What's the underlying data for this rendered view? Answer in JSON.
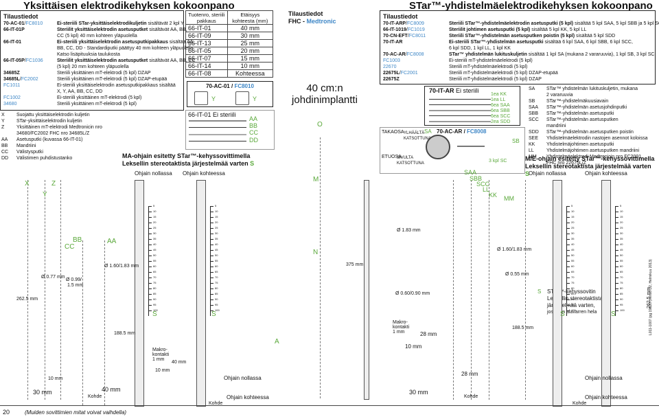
{
  "left_title": "Yksittäisen elektrodikehyksen kokoonpano",
  "right_title": "STar™-yhdistelmäelektrodikehyksen kokoonpano",
  "order_left": {
    "heading": "Tilaustiedot",
    "rows": [
      {
        "code": "70-AC-01",
        "alt": "FC8010",
        "bold": "Ei-steriili STar-yksittäiselektrodikuljetin",
        "text": "sisältävät 2 kpl Y"
      },
      {
        "code": "66-IT-01P",
        "alt": "",
        "bold": "Steriilit yksittäiselektrodin asetusputket",
        "text": "sisältävät AA, BB,"
      },
      {
        "code": "",
        "alt": "",
        "bold": "",
        "text": "CC (5 kpl) 40 mm kohteen yläpuolella"
      },
      {
        "code": "66-IT-01",
        "alt": "",
        "bold": "Ei-steriili yksittäiselektrodin asetusputkipakkaus",
        "text": "sisältää AA,"
      },
      {
        "code": "",
        "alt": "",
        "bold": "",
        "text": "BB, CC, DD - Standardiputki päättyy 40 mm kohteen yläpuolella"
      },
      {
        "code": "",
        "alt": "",
        "bold": "",
        "text": "Katso lisäpituuksia taulukosta"
      },
      {
        "code": "66-IT-05P",
        "alt": "FC1036",
        "bold": "Steriilit yksittäiselektrodin asetusputket",
        "text": "sisältävät AA, BB, CC"
      },
      {
        "code": "",
        "alt": "",
        "bold": "",
        "text": "(5 kpl) 20 mm kohteen yläpuolella"
      },
      {
        "code": "34685Z",
        "alt": "",
        "bold": "",
        "text": "Steriili yksittäinen mT-elektrodi (5 kpl) DZAP"
      },
      {
        "code": "34685L",
        "alt": "FC2002",
        "bold": "",
        "text": "Steriili yksittäinen mT-elektrodi (5 kpl) DZAP-etupää"
      },
      {
        "code": "",
        "alt": "FC1011",
        "bold": "",
        "text": "Ei-steriili yksittäiselektrodin asetusputkipakkaus sisältää"
      },
      {
        "code": "",
        "alt": "",
        "bold": "",
        "text": "X, Y, AA, BB, CC, DD"
      },
      {
        "code": "",
        "alt": "FC1002",
        "bold": "",
        "text": "Ei-steriili yksittäinen mT-elektrodi (5 kpl)"
      },
      {
        "code": "",
        "alt": "34680",
        "bold": "",
        "text": "Steriili yksittäinen mT-elektrodi (5 kpl)"
      }
    ]
  },
  "legend_left": [
    {
      "k": "X",
      "v": "Suojattu yksittäiselektrodin kuljetin"
    },
    {
      "k": "Y",
      "v": "STar-yksittäiselektrodin kuljetin"
    },
    {
      "k": "Z",
      "v": "Yksittäinen mT-elektrodi Medtronicin nro"
    },
    {
      "k": "",
      "v": "34680/FC2002 FHC nro 34685L/Z"
    },
    {
      "k": "AA",
      "v": "Asetusputki (kuvassa 66-IT-01)"
    },
    {
      "k": "BB",
      "v": "Mandriini"
    },
    {
      "k": "CC",
      "v": "Välistysputki"
    },
    {
      "k": "DD",
      "v": "Välistimen puhdistustanko"
    }
  ],
  "dist_table": {
    "head": [
      "Tuotenro, steriili pakkaus",
      "Etäisyys kohteesta (mm)"
    ],
    "rows": [
      [
        "66-IT-01",
        "40 mm"
      ],
      [
        "66-IT-09",
        "30 mm"
      ],
      [
        "66-IT-13",
        "25 mm"
      ],
      [
        "66-IT-05",
        "20 mm"
      ],
      [
        "66-IT-07",
        "15 mm"
      ],
      [
        "66-IT-14",
        "10 mm"
      ],
      [
        "66-IT-08",
        "Kohteessa"
      ]
    ]
  },
  "ac01_label": "70-AC-01",
  "ac01_alt": "FC8010",
  "y_label": "Y",
  "it01_caption": "66-IT-01 Ei steriili",
  "it01_parts": [
    "AA",
    "BB",
    "CC",
    "DD"
  ],
  "ma_text": {
    "line1": "MA-ohjain esitetty STar™-kehyssovittimella",
    "line2": "Leksellin stereotaktista järjestelmää varten",
    "letter": "S"
  },
  "ohjain_nollassa": "Ohjain nollassa",
  "ohjain_kohteessa": "Ohjain kohteessa",
  "fhc_box": {
    "heading": "Tilaustiedot",
    "line": "FHC - ",
    "brand": "Medtronic"
  },
  "cm_text": "40 cm:n johdinimplantti",
  "letters_mid": {
    "O": "O",
    "M": "M",
    "N": "N",
    "A": "A"
  },
  "dim_375": "375 mm",
  "order_right": {
    "heading": "Tilaustiedot",
    "rows": [
      {
        "code": "70-IT-ARP",
        "alt": "FC8009",
        "bold": "Steriili STar™-yhdistelmäelektrodin asetusputki (5 kpl)",
        "text": "sisältää 5 kpl SAA, 5 kpl SBB ja 5 kpl SCC"
      },
      {
        "code": "66-IT-1019",
        "alt": "FC1019",
        "bold": "Steriilit johtimen asetusputki (5 kpl)",
        "text": "sisältää 5 kpl KK, 5 kpl LL"
      },
      {
        "code": "70-CN-EFT",
        "alt": "FC8011",
        "bold": "Steriili STar™-yhdistelmän asetusputken poistin (5 kpl)",
        "text": "sisältää 5 kpl SDD"
      },
      {
        "code": "70-IT-AR",
        "alt": "",
        "bold": "Ei-steriili STar™-yhdistelmän asetusputki",
        "text": "sisältää 6 kpl SAA, 6 kpl SBB, 6 kpl SCC,"
      },
      {
        "code": "",
        "alt": "",
        "bold": "",
        "text": "6 kpl SDD, 1 kpl LL, 1 kpl KK"
      },
      {
        "code": "70-AC-AR",
        "alt": "FC8008",
        "bold": "STar™ yhdistelmän lukituskuljetin",
        "text": "sisältää 1 kpl SA (mukana 2 vararuuvia), 1 kpl SB, 3 kpl SC"
      },
      {
        "code": "",
        "alt": "FC1003",
        "bold": "",
        "text": "Ei-steriili mT-yhdistelmäelektrodi (5 kpl)"
      },
      {
        "code": "",
        "alt": "22670",
        "bold": "",
        "text": "Steriili mT-yhdistelmäelektrodi (5 kpl)"
      },
      {
        "code": "22675L",
        "alt": "FC2001",
        "bold": "",
        "text": "Steriili mT-yhdistelmäelektrodi (5 kpl) DZAP-etupää"
      },
      {
        "code": "22675Z",
        "alt": "",
        "bold": "",
        "text": "Steriili mT-yhdistelmäelektrodi (5 kpl) DZAP"
      }
    ]
  },
  "it_ar_box": {
    "title": "70-IT-AR",
    "sub": "Ei steriili",
    "items": [
      "1ea KK",
      "1ea LL",
      "6ea SAA",
      "6ea SBB",
      "6ea SCC",
      "2ea SDD"
    ]
  },
  "ac_ar_label": {
    "sa": "SA",
    "code": "70-AC-AR",
    "alt": "FC8008",
    "sb": "SB"
  },
  "fig_labels": {
    "takaosa": "TAKAOSA",
    "ylhaalta": "YLHÄÄLTÄ KATSOTTUNA",
    "etuosa": "ETUOSA",
    "sivulta": "SIVULTA KATSOTTUNA",
    "sc": "3 kpl SC"
  },
  "legend_right": [
    {
      "k": "SA",
      "v": "STar™ yhdistelmän lukituskuljetin, mukana"
    },
    {
      "k": "",
      "v": "2 vararuuvia"
    },
    {
      "k": "SB",
      "v": "STar™-yhdistelmäkuusiavain"
    },
    {
      "k": "SAA",
      "v": "STar™-yhdistelmän asetusjohdinputki"
    },
    {
      "k": "SBB",
      "v": "STar™-yhdistelmän asetusputki"
    },
    {
      "k": "SCC",
      "v": "STar™-yhdistelmän asetusputken"
    },
    {
      "k": "",
      "v": "mandriini"
    },
    {
      "k": "SDD",
      "v": "STar™-yhdistelmän asetusputken poistin"
    },
    {
      "k": "SEE",
      "v": "Yhdistelmäelektrodin nastojen asennot koloissa"
    },
    {
      "k": "KK",
      "v": "Yhdistelmäjohtimen asetusputki"
    },
    {
      "k": "LL",
      "v": "Yhdistelmäjohtimen asetusputken mandriini"
    },
    {
      "k": "MM",
      "v": "Yhdistelmäelektrodi Medtronicin nro FC2001"
    },
    {
      "k": "",
      "v": "FHC nro 22675L/Z"
    }
  ],
  "me_text": {
    "line1": "M/E-ohjain esitetty STar™-kehyssovittimella",
    "line2": "Leksellin stereotaktista järjestelmää varten",
    "letter": "S"
  },
  "s_note": {
    "k": "S",
    "lines": [
      "STar™-kehyssovitin",
      "Leksellin stereotaktista",
      "järjestelmää varten,"
    ],
    "small": "jossa on alavarren hela"
  },
  "labels_right": {
    "saa": "SAA",
    "sbb": "SBB",
    "scc": "SCC",
    "ll": "LL",
    "kk": "KK",
    "mm": "MM"
  },
  "dims": {
    "d077": "Ø 0.77 mm",
    "d099": "Ø 0.99/",
    "d099b": "1.5 mm",
    "d160": "Ø 1.60/1.83 mm",
    "d2625": "262.5 mm",
    "d1885": "188.5 mm",
    "d10": "10 mm",
    "d30": "30 mm",
    "d40a": "40 mm",
    "d40b": "40 mm",
    "makro": "Makro-",
    "kontakti": "kontakti",
    "d1mm": "1 mm",
    "d183": "Ø 1.83 mm",
    "d160b": "Ø 1.60/1.83 mm",
    "d055": "Ø 0.55 mm",
    "d060": "Ø 0.60/0.90 mm",
    "d28a": "28 mm",
    "d28b": "28 mm",
    "d10b": "10 mm",
    "d30b": "30 mm",
    "d1885b": "188.5 mm",
    "d2625b": "262.5 mm",
    "kohde": "Kohde"
  },
  "letters_left": {
    "X": "X",
    "Y": "Y",
    "Z": "Z",
    "BB": "BB",
    "CC": "CC",
    "AA": "AA",
    "S": "S"
  },
  "scale_ticks": [
    "5",
    "10",
    "15",
    "20",
    "25",
    "30",
    "35",
    "40",
    "45",
    "50",
    "55",
    "60",
    "65",
    "70",
    "75",
    "80",
    "85",
    "90",
    "95",
    "100"
  ],
  "page_number": "20",
  "footer_note": "(Muiden sovittimien mitat voivat vaihdella)",
  "side_code": "L011-1007 (pg 19&20 (Versio D2, Helmikuu 2013)"
}
